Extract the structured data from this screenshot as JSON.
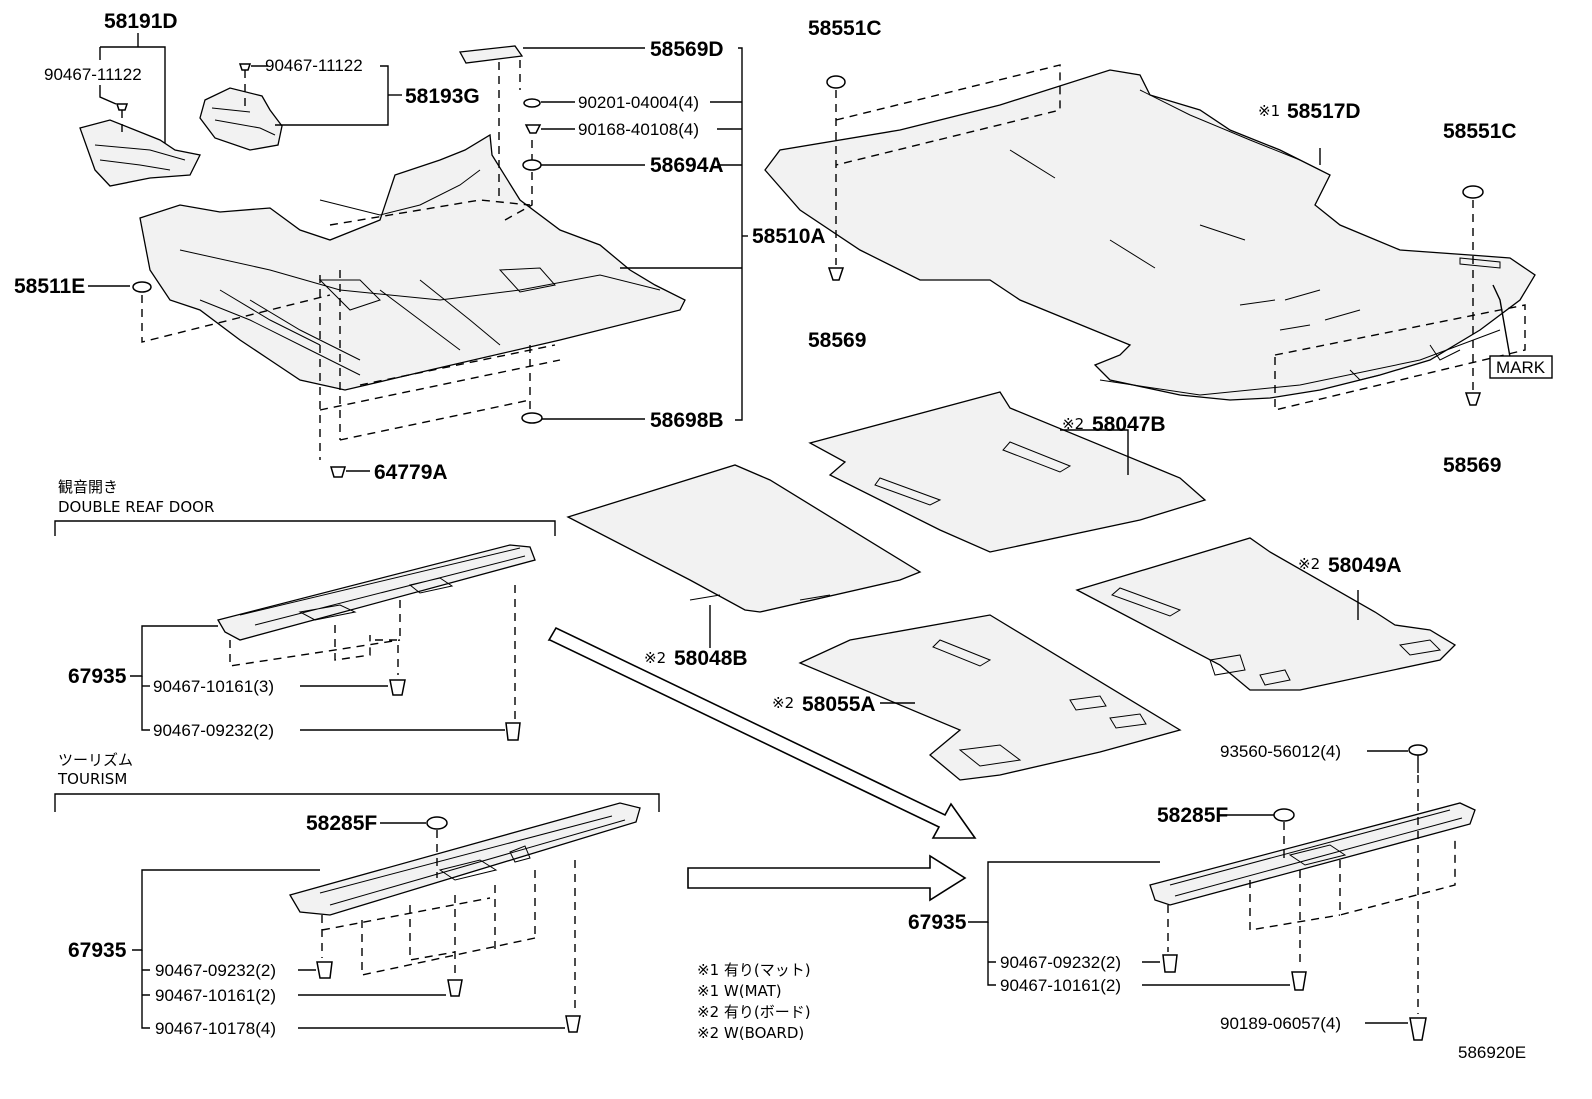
{
  "diagram_id": "586920E",
  "labels": {
    "p58191D": "58191D",
    "p90467_11122_a": "90467-11122",
    "p90467_11122_b": "90467-11122",
    "p58193G": "58193G",
    "p58569D": "58569D",
    "p90201": "90201-04004(4)",
    "p90168": "90168-40108(4)",
    "p58694A": "58694A",
    "p58510A": "58510A",
    "p58698B": "58698B",
    "p58511E": "58511E",
    "p64779A": "64779A",
    "p58551C_a": "58551C",
    "p58569_a": "58569",
    "p58517D": "58517D",
    "p58517D_mark": "※1",
    "p58551C_b": "58551C",
    "p58569_b": "58569",
    "mark": "MARK",
    "p58047B": "58047B",
    "p58047B_mark": "※2",
    "p58048B": "58048B",
    "p58048B_mark": "※2",
    "p58049A": "58049A",
    "p58049A_mark": "※2",
    "p58055A": "58055A",
    "p58055A_mark": "※2",
    "p93560": "93560-56012(4)",
    "p58285F_right": "58285F",
    "p67935_right": "67935",
    "p90467_09232_right": "90467-09232(2)",
    "p90467_10161_right": "90467-10161(2)",
    "p90189": "90189-06057(4)",
    "double_door_jp": "観音開き",
    "double_door_en": "DOUBLE REAF DOOR",
    "p67935_top": "67935",
    "p90467_10161_top": "90467-10161(3)",
    "p90467_09232_top": "90467-09232(2)",
    "tourism_jp": "ツーリズム",
    "tourism_en": "TOURISM",
    "p58285F_left": "58285F",
    "p67935_bottom": "67935",
    "p90467_09232_bottom": "90467-09232(2)",
    "p90467_10161_bottom": "90467-10161(2)",
    "p90467_10178": "90467-10178(4)"
  },
  "notes": [
    "※1 有り(マット)",
    "※1 W(MAT)",
    "※2 有り(ボード)",
    "※2 W(BOARD)"
  ]
}
